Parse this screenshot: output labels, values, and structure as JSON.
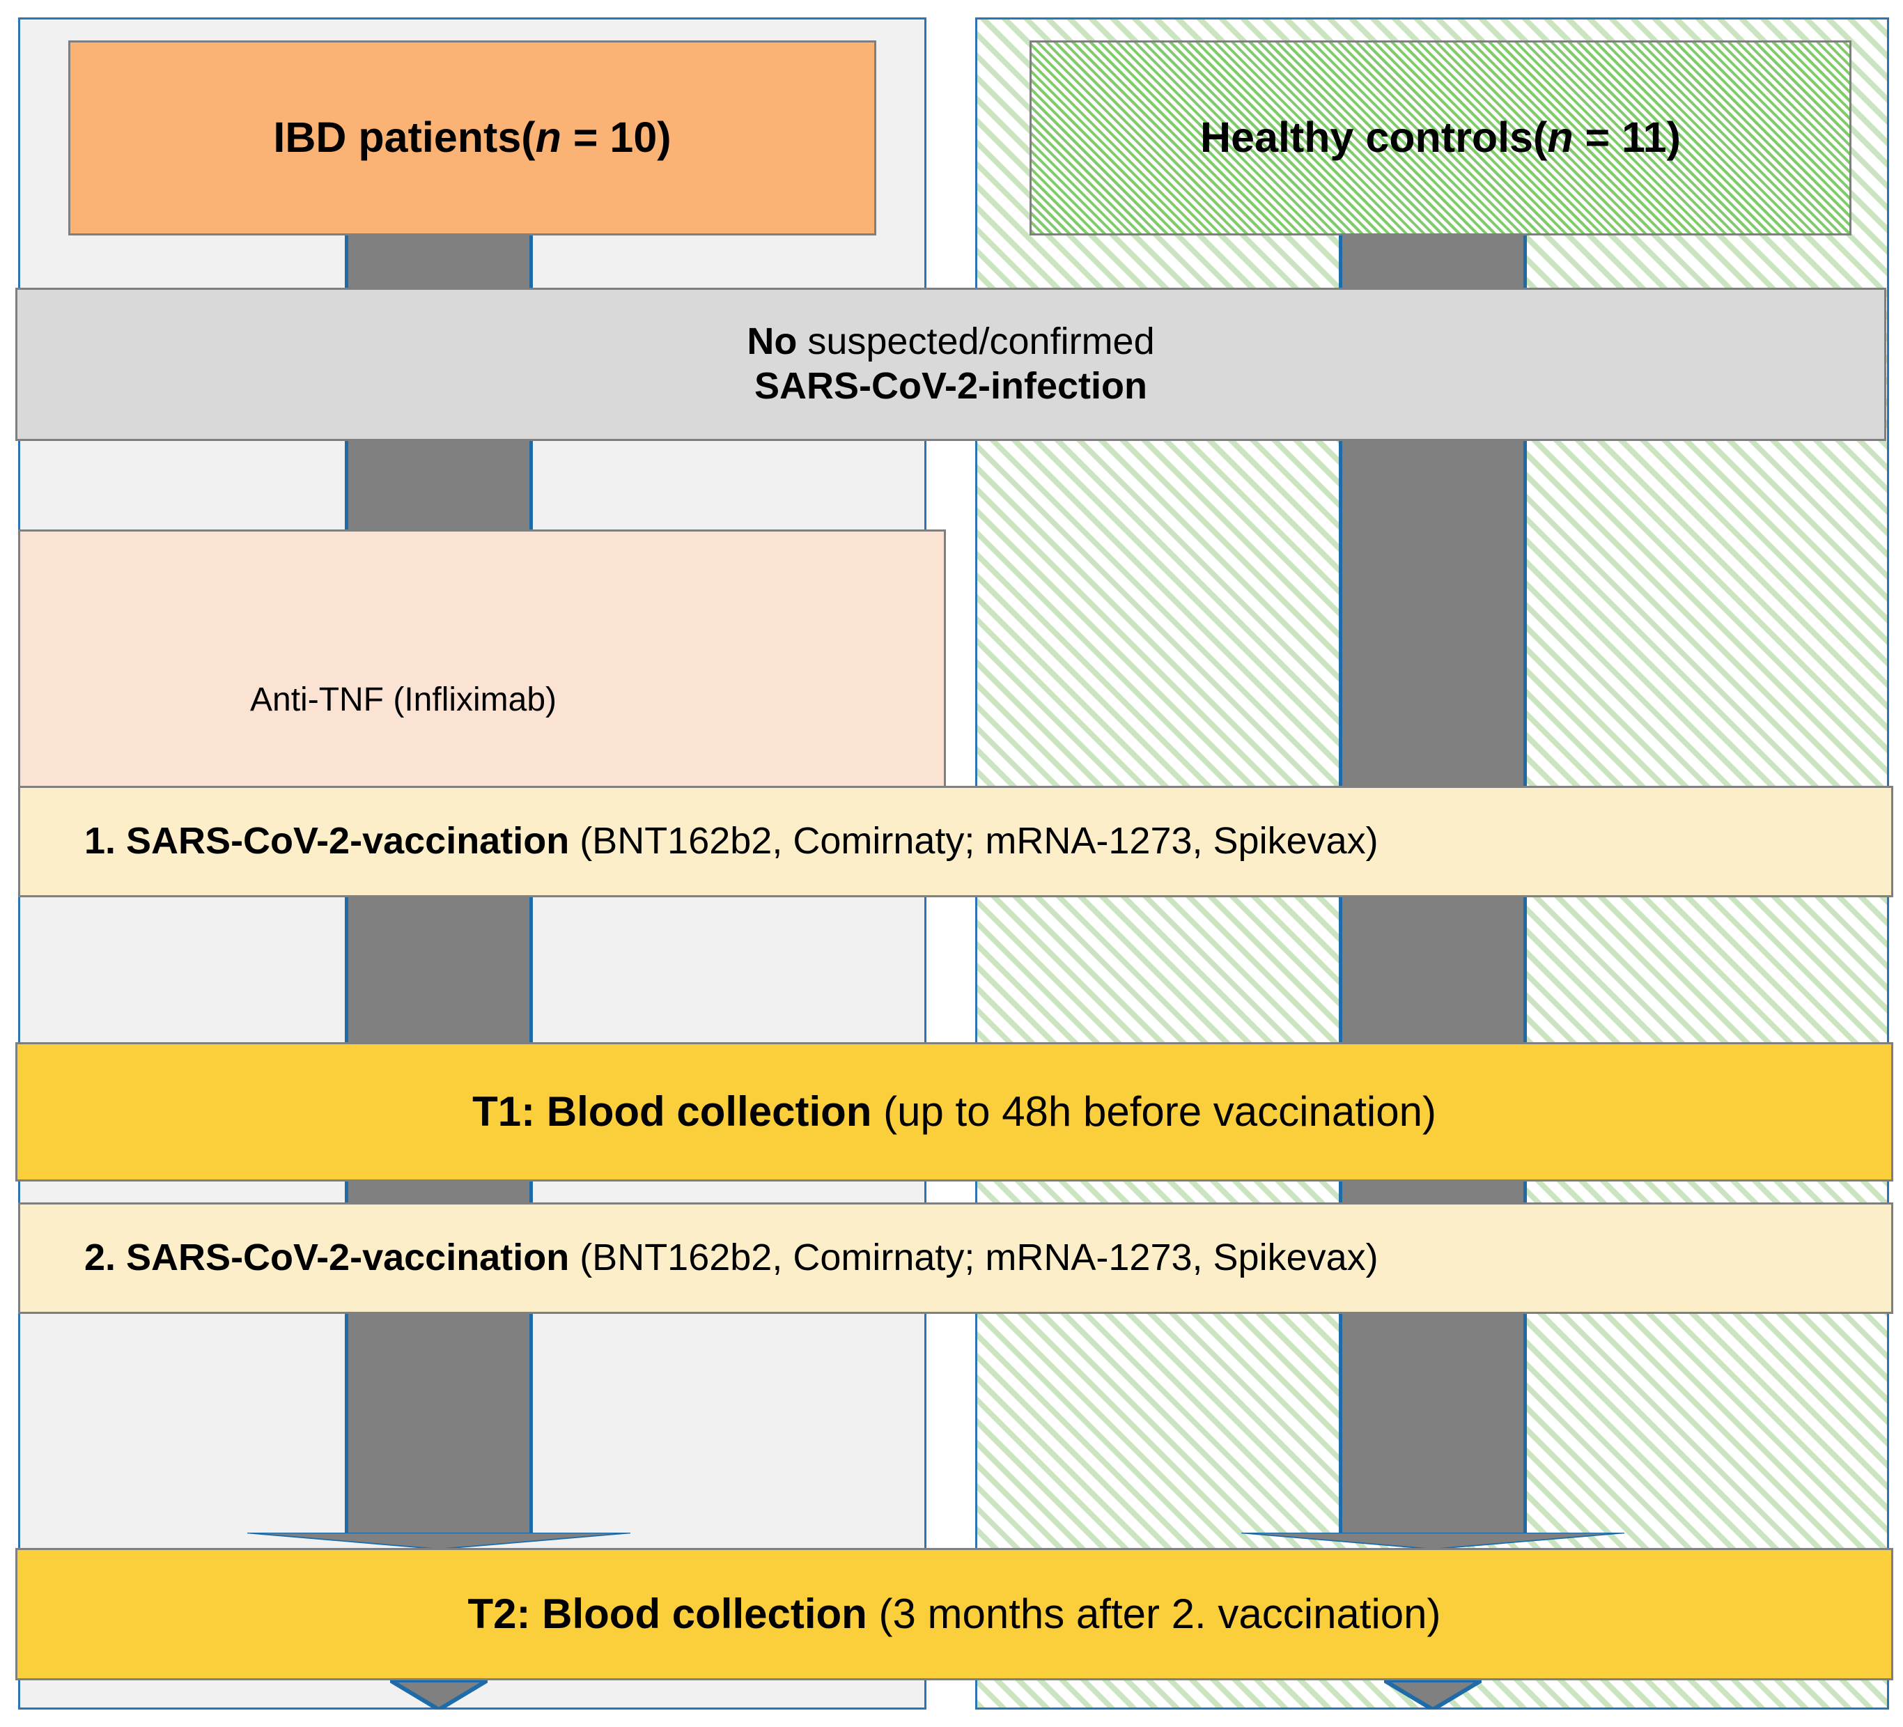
{
  "diagram": {
    "title": "Study design flowchart: SARS-CoV-2 vaccination in IBD patients and healthy controls",
    "type": "two-column-flowchart",
    "colors": {
      "column_border": "#2e74b5",
      "column_left_fill": "#f1f1f1",
      "column_right_hatch": "#a0cf8c",
      "ibd_box_fill": "#fbb275",
      "hc_box_hatch": "#7ac864",
      "box_border": "#7f7f7f",
      "exclusion_band_fill": "#d9d9d9",
      "treatment_band_fill": "#fbe3d3",
      "vaccination_band_fill": "#fbeec9",
      "blood_collection_band_fill": "#fbce3c",
      "arrow_fill": "#808080",
      "arrow_outline": "#1f6ba8"
    }
  },
  "columns": {
    "left": {
      "name": "ibd-patients-column",
      "header": {
        "label_bold": "IBD patients",
        "n_prefix": "(",
        "n_italic": "n",
        "n_equals": " = ",
        "n_value": "10",
        "n_suffix": ")",
        "full_text": "IBD patients (n = 10)"
      }
    },
    "right": {
      "name": "healthy-controls-column",
      "header": {
        "label_bold": "Healthy controls",
        "n_prefix": "(",
        "n_italic": "n",
        "n_equals": " = ",
        "n_value": "11",
        "n_suffix": ")",
        "full_text": "Healthy controls (n = 11)"
      }
    }
  },
  "steps": {
    "exclusion": {
      "name": "no-sars-cov-2-infection-band",
      "line1_bold": "No",
      "line1_rest": " suspected/confirmed",
      "line2": "SARS-CoV-2-infection",
      "full_text": "No suspected/confirmed SARS-CoV-2-infection",
      "applies_to": "both columns"
    },
    "treatment": {
      "name": "anti-tnf-treatment-box",
      "text": "Anti-TNF (Infliximab)",
      "applies_to": "IBD patients only"
    },
    "vaccination_1": {
      "name": "first-vaccination-band",
      "bold": "1. SARS-CoV-2-vaccination",
      "detail": " (BNT162b2, Comirnaty; mRNA-1273, Spikevax)",
      "full_text": "1. SARS-CoV-2-vaccination (BNT162b2, Comirnaty; mRNA-1273, Spikevax)"
    },
    "timepoint_1": {
      "name": "t1-blood-collection-band",
      "bold": "T1: Blood collection",
      "detail": " (up to 48h before vaccination)",
      "full_text": "T1: Blood collection (up to 48h before vaccination)"
    },
    "vaccination_2": {
      "name": "second-vaccination-band",
      "bold": "2. SARS-CoV-2-vaccination",
      "detail": " (BNT162b2, Comirnaty; mRNA-1273, Spikevax)",
      "full_text": "2. SARS-CoV-2-vaccination (BNT162b2, Comirnaty; mRNA-1273, Spikevax)"
    },
    "timepoint_2": {
      "name": "t2-blood-collection-band",
      "bold": "T2: Blood collection",
      "detail": " (3 months after 2. vaccination)",
      "full_text": "T2: Blood collection (3 months after 2. vaccination)"
    }
  },
  "arrows": {
    "left_flow": "downward-arrow-left-column",
    "right_flow": "downward-arrow-right-column"
  }
}
